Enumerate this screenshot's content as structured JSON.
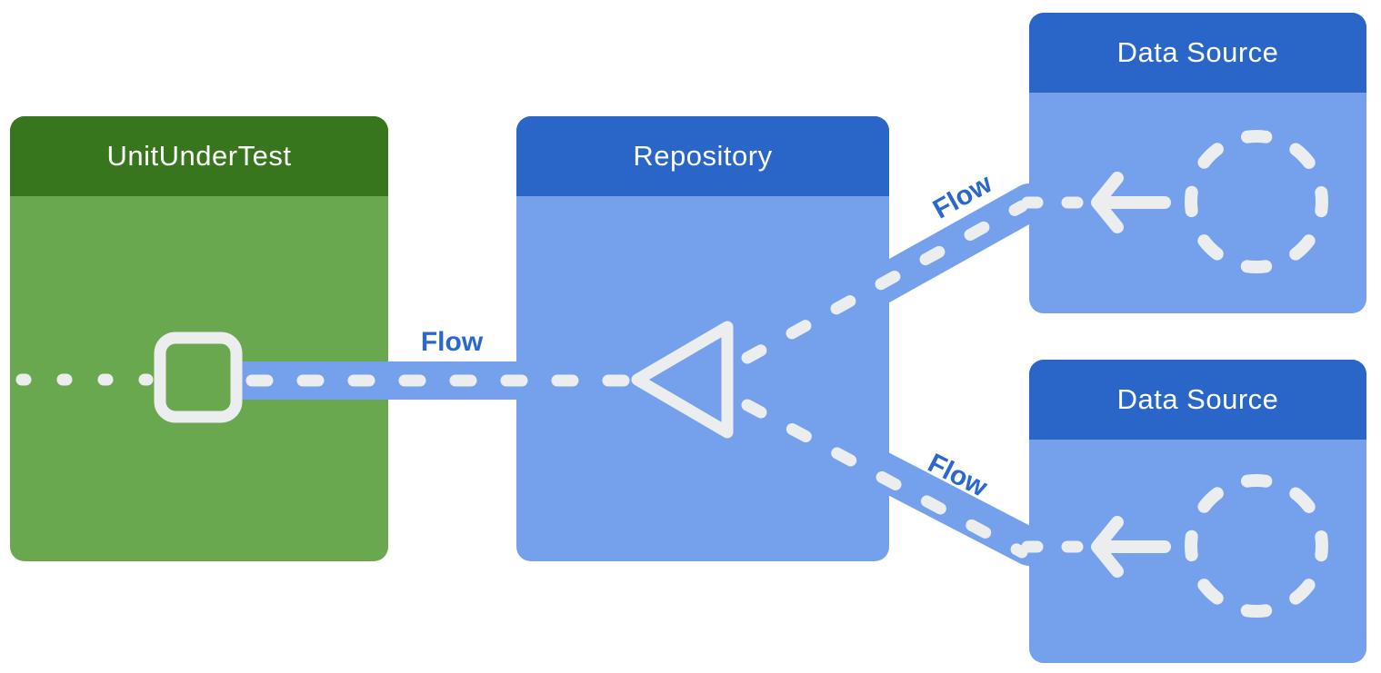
{
  "nodes": {
    "unit_under_test": {
      "label": "UnitUnderTest",
      "header_color": "#38761d",
      "body_color": "#6aa84f"
    },
    "repository": {
      "label": "Repository",
      "header_color": "#2a66c8",
      "body_color": "#74a0ec"
    },
    "data_source_top": {
      "label": "Data Source",
      "header_color": "#2a66c8",
      "body_color": "#74a0ec"
    },
    "data_source_bottom": {
      "label": "Data Source",
      "header_color": "#2a66c8",
      "body_color": "#74a0ec"
    }
  },
  "edges": {
    "repository_to_unit": {
      "label": "Flow",
      "style": "dashed-band",
      "direction": "right-to-left"
    },
    "source_top_to_repo": {
      "label": "Flow",
      "style": "dashed-band",
      "direction": "right-to-left"
    },
    "source_bottom_to_repo": {
      "label": "Flow",
      "style": "dashed-band",
      "direction": "right-to-left"
    }
  },
  "icons": {
    "unit_collector": "square-outline-icon",
    "repo_collector": "triangle-outline-icon",
    "source_emitter": "dashed-circle-icon",
    "source_arrow": "arrow-left-icon"
  },
  "colors": {
    "background": "#ffffff",
    "flow_band": "#74a0ec",
    "dash_stroke": "#ebedef",
    "flow_label_text": "#2a68cf"
  }
}
